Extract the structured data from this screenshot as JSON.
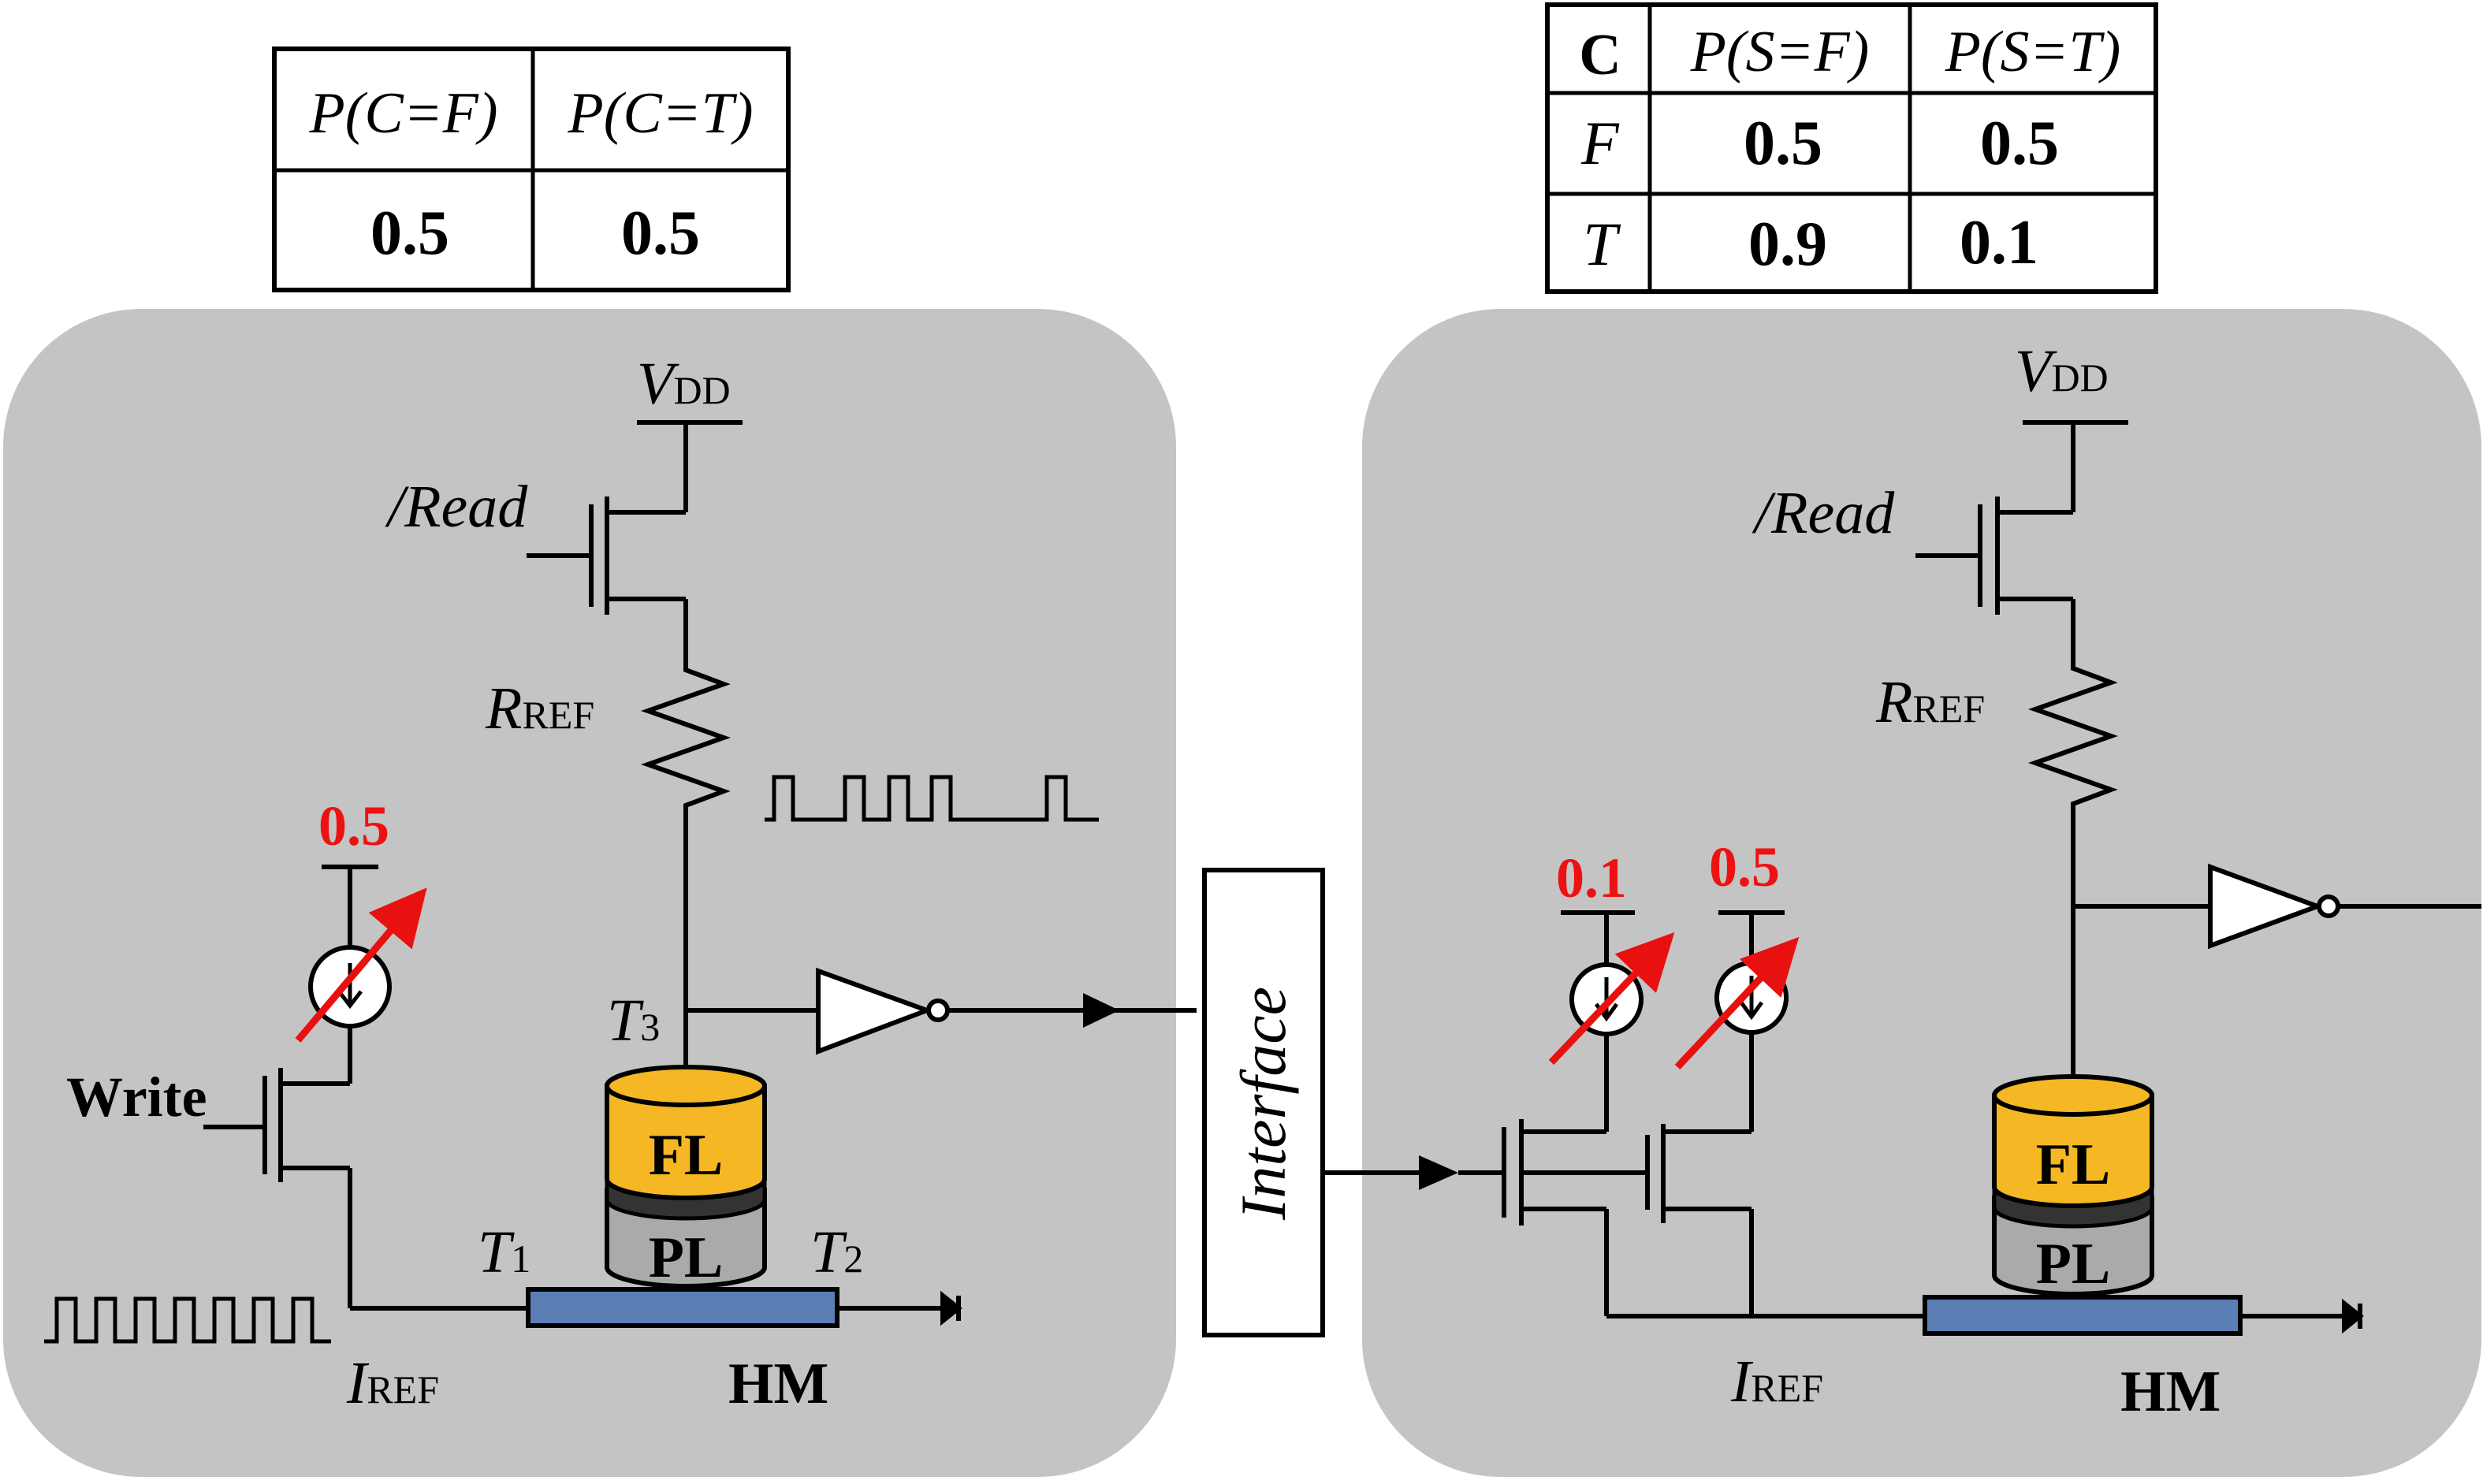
{
  "table_c": {
    "headers": [
      "P(C=F)",
      "P(C=T)"
    ],
    "values": [
      "0.5",
      "0.5"
    ]
  },
  "table_s": {
    "corner": "C",
    "headers": [
      "P(S=F)",
      "P(S=T)"
    ],
    "rows": [
      {
        "cond": "F",
        "values": [
          "0.5",
          "0.5"
        ]
      },
      {
        "cond": "T",
        "values": [
          "0.9",
          "0.1"
        ]
      }
    ]
  },
  "left": {
    "vdd": {
      "main": "V",
      "sub": "DD"
    },
    "read": "/Read",
    "rref": {
      "main": "R",
      "sub": "REF"
    },
    "source_value": "0.5",
    "write": "Write",
    "t1": {
      "main": "T",
      "sub": "1"
    },
    "t2": {
      "main": "T",
      "sub": "2"
    },
    "t3": {
      "main": "T",
      "sub": "3"
    },
    "fl": "FL",
    "pl": "PL",
    "iref": {
      "main": "I",
      "sub": "REF"
    },
    "hm": "HM"
  },
  "interface": "Interface",
  "right": {
    "vdd": {
      "main": "V",
      "sub": "DD"
    },
    "read": "/Read",
    "rref": {
      "main": "R",
      "sub": "REF"
    },
    "source_values": [
      "0.1",
      "0.5"
    ],
    "fl": "FL",
    "pl": "PL",
    "iref": {
      "main": "I",
      "sub": "REF"
    },
    "hm": "HM"
  },
  "colors": {
    "panel": "#c4c4c4",
    "free_layer": "#f5b824",
    "pinned_layer": "#aaaaaa",
    "heavy_metal": "#5b7fb5",
    "arrow_red": "#e8110f",
    "value_red": "#ee1111"
  }
}
